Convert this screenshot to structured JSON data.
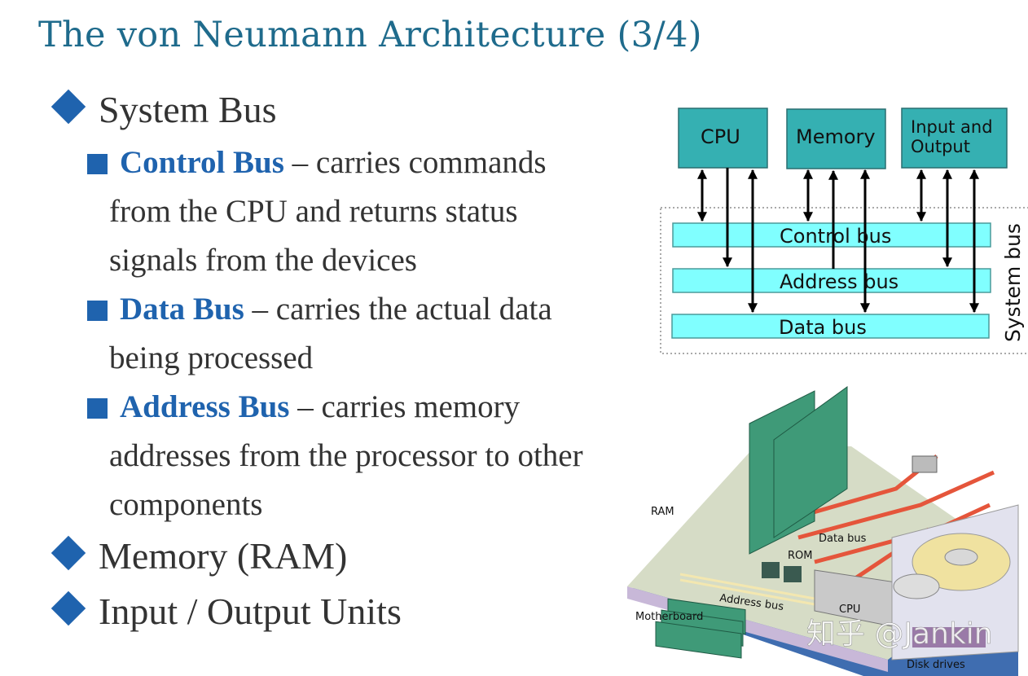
{
  "title": "The von Neumann Architecture (3/4)",
  "bullets": [
    {
      "label": "System Bus"
    },
    {
      "label": "Memory (RAM)"
    },
    {
      "label": "Input / Output Units"
    }
  ],
  "sub_bullets": [
    {
      "keyword": "Control Bus",
      "first": " – carries commands",
      "rest": [
        "from the CPU and returns status",
        "signals from the devices"
      ]
    },
    {
      "keyword": "Data Bus",
      "first": " – carries the actual data",
      "rest": [
        "being processed"
      ]
    },
    {
      "keyword": "Address Bus",
      "first": " – carries memory",
      "rest": [
        "addresses from the processor to other",
        "components"
      ]
    }
  ],
  "diagram": {
    "cpu": "CPU",
    "memory": "Memory",
    "io_line1": "Input and",
    "io_line2": "Output",
    "control_bus": "Control bus",
    "address_bus": "Address bus",
    "data_bus": "Data bus",
    "system_bus": "System bus",
    "colors": {
      "unit": "#35b0b2",
      "bus": "#80ffff"
    }
  },
  "motherboard": {
    "ram": "RAM",
    "data_bus": "Data bus",
    "rom": "ROM",
    "address_bus": "Address bus",
    "motherboard": "Motherboard",
    "cpu": "CPU",
    "disk_drives": "Disk drives"
  },
  "watermark": "知乎 @Jankin"
}
